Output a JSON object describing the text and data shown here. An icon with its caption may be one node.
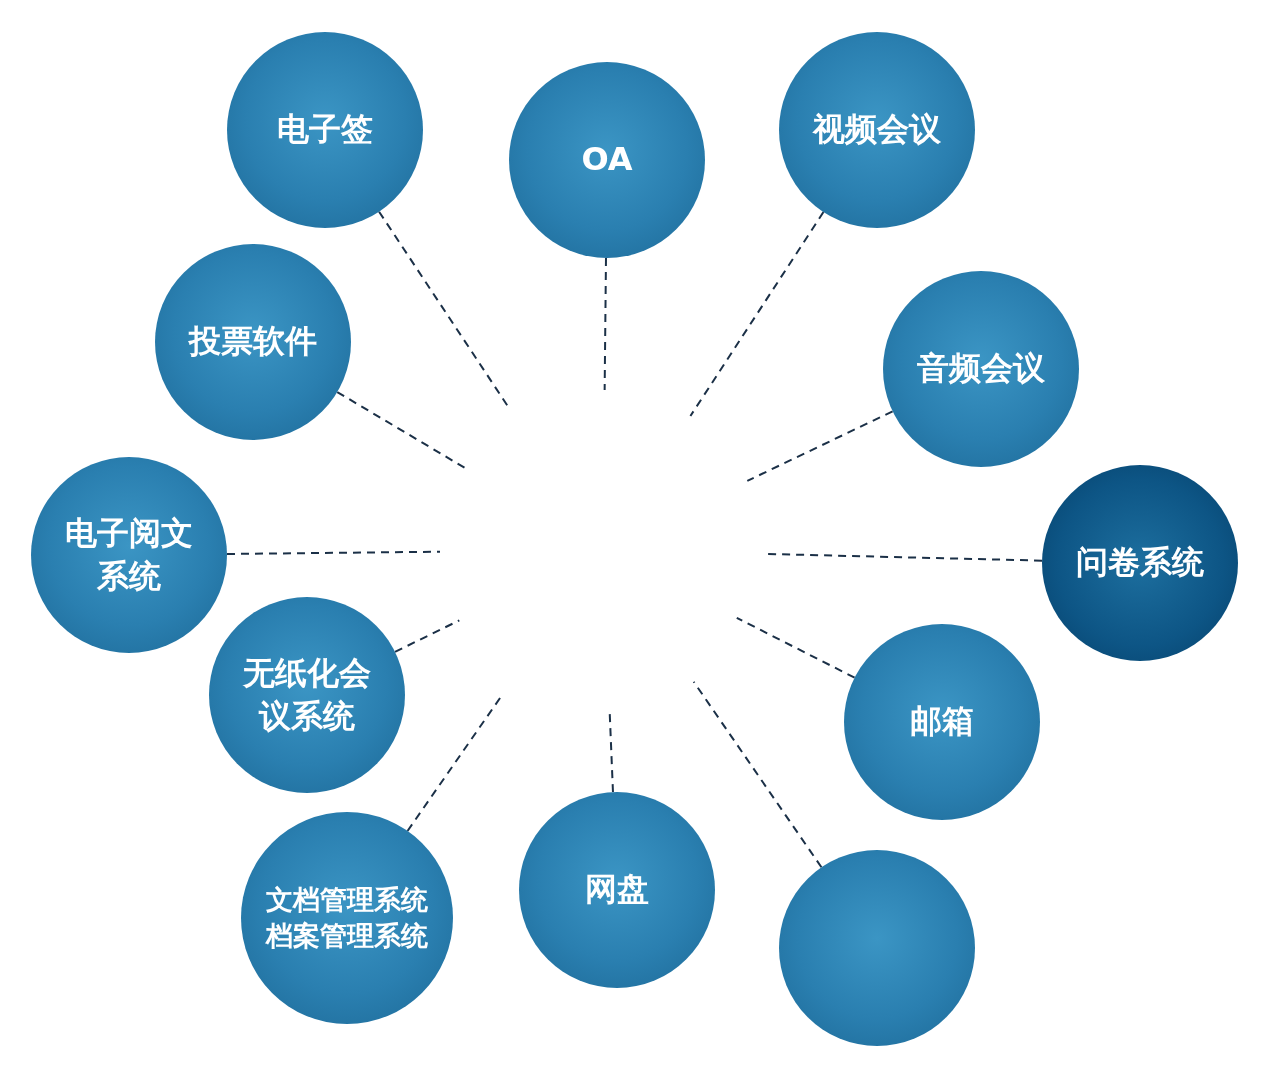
{
  "diagram": {
    "nodes": [
      {
        "text": [
          "电子签"
        ]
      },
      {
        "text": [
          "OA"
        ]
      },
      {
        "text": [
          "视频会议"
        ]
      },
      {
        "text": [
          "投票软件"
        ]
      },
      {
        "text": [
          "音频会议"
        ]
      },
      {
        "text": [
          "电子阅文系统"
        ]
      },
      {
        "text": [
          "问卷系统"
        ]
      },
      {
        "text": [
          "无纸化会议系统"
        ]
      },
      {
        "text": [
          "邮箱"
        ]
      },
      {
        "text": [
          "文档管理系统",
          "档案管理系统"
        ]
      },
      {
        "text": [
          "网盘"
        ]
      },
      {
        "text": [],
        "shape": "circle"
      }
    ],
    "edges": [
      {
        "from": 0,
        "to": null,
        "arrow": "none",
        "style": "dashed"
      },
      {
        "from": 1,
        "to": null,
        "arrow": "none",
        "style": "dashed"
      },
      {
        "from": 2,
        "to": null,
        "arrow": "none",
        "style": "dashed"
      },
      {
        "from": 3,
        "to": null,
        "arrow": "none",
        "style": "dashed"
      },
      {
        "from": 4,
        "to": null,
        "arrow": "none",
        "style": "dashed"
      },
      {
        "from": 5,
        "to": null,
        "arrow": "none",
        "style": "dashed"
      },
      {
        "from": 6,
        "to": null,
        "arrow": "none",
        "style": "dashed"
      },
      {
        "from": 7,
        "to": null,
        "arrow": "none",
        "style": "dashed"
      },
      {
        "from": 8,
        "to": null,
        "arrow": "none",
        "style": "dashed"
      },
      {
        "from": 9,
        "to": null,
        "arrow": "none",
        "style": "dashed"
      },
      {
        "from": 10,
        "to": null,
        "arrow": "none",
        "style": "dashed"
      },
      {
        "from": 11,
        "to": null,
        "arrow": "none",
        "style": "dashed"
      }
    ]
  }
}
